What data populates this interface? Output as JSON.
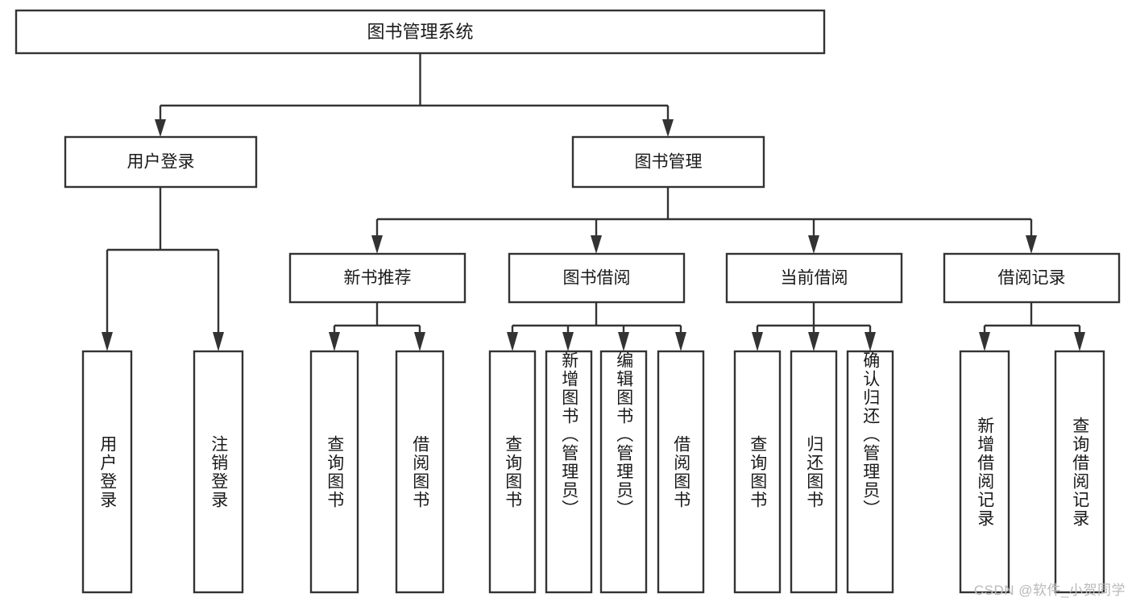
{
  "diagram": {
    "title": "图书管理系统",
    "type": "tree",
    "watermark": "CSDN @软件_小贺同学",
    "colors": {
      "box_stroke": "#333333",
      "box_fill": "#ffffff",
      "text": "#1a1a1a",
      "watermark": "#b9b9b9",
      "background": "#ffffff"
    },
    "root": {
      "label": "图书管理系统"
    },
    "level2": [
      {
        "label": "用户登录"
      },
      {
        "label": "图书管理"
      }
    ],
    "level3": [
      {
        "label": "新书推荐"
      },
      {
        "label": "图书借阅"
      },
      {
        "label": "当前借阅"
      },
      {
        "label": "借阅记录"
      }
    ],
    "leaves": {
      "user_login": [
        {
          "label": "用户登录"
        },
        {
          "label": "注销登录"
        }
      ],
      "new_book_recommend": [
        {
          "label": "查询图书"
        },
        {
          "label": "借阅图书"
        }
      ],
      "book_borrow": [
        {
          "label": "查询图书"
        },
        {
          "label": "新增图书（管理员）"
        },
        {
          "label": "编辑图书（管理员）"
        },
        {
          "label": "借阅图书"
        }
      ],
      "current_borrow": [
        {
          "label": "查询图书"
        },
        {
          "label": "归还图书"
        },
        {
          "label": "确认归还（管理员）"
        }
      ],
      "borrow_records": [
        {
          "label": "新增借阅记录"
        },
        {
          "label": "查询借阅记录"
        }
      ]
    }
  }
}
